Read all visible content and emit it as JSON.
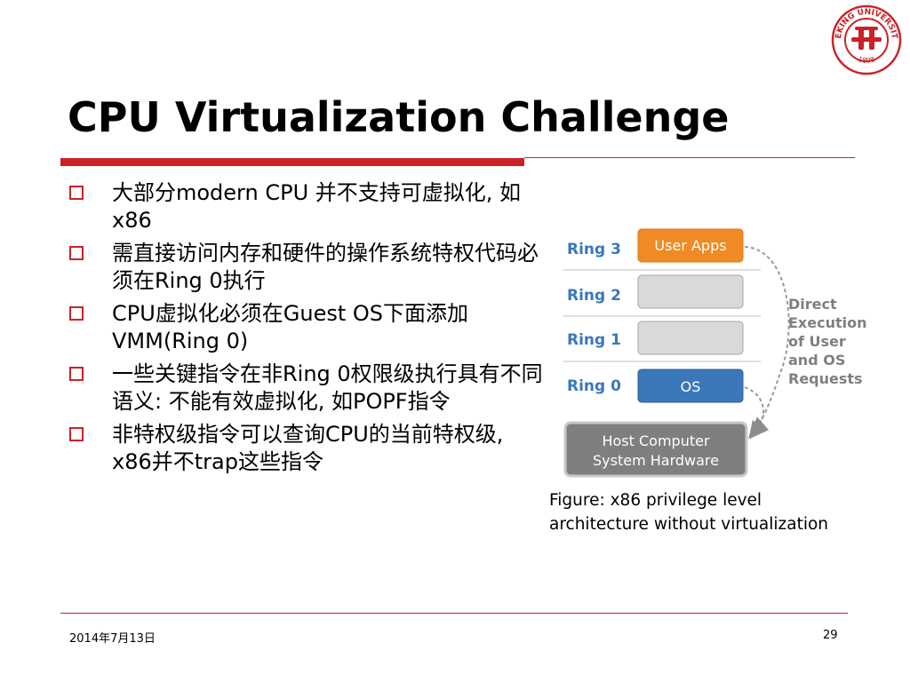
{
  "slide": {
    "title": "CPU Virtualization Challenge",
    "bullets": [
      "大部分modern CPU 并不支持可虚拟化, 如x86",
      "需直接访问内存和硬件的操作系统特权代码必须在Ring 0执行",
      "CPU虚拟化必须在Guest OS下面添加VMM(Ring 0)",
      "一些关键指令在非Ring 0权限级执行具有不同语义: 不能有效虚拟化, 如POPF指令",
      "非特权级指令可以查询CPU的当前特权级, x86并不trap这些指令"
    ],
    "caption_line1": "Figure: x86 privilege level",
    "caption_line2": "architecture without virtualization"
  },
  "diagram": {
    "rings": [
      {
        "label": "Ring 3",
        "box_text": "User Apps",
        "color": "#f08a24"
      },
      {
        "label": "Ring 2",
        "box_text": "",
        "color": "#d9d9d9"
      },
      {
        "label": "Ring 1",
        "box_text": "",
        "color": "#d9d9d9"
      },
      {
        "label": "Ring 0",
        "box_text": "OS",
        "color": "#3a78b9"
      }
    ],
    "hardware_line1": "Host Computer",
    "hardware_line2": "System Hardware",
    "side_text": [
      "Direct",
      "Execution",
      "of User",
      "and OS",
      "Requests"
    ],
    "label_color": "#3a78b9",
    "hardware_color": "#7f7f7f"
  },
  "logo": {
    "text_top": "PEKING UNIVERSITY",
    "year": "1898",
    "color": "#cc2127"
  },
  "footer": {
    "date": "2014年7月13日",
    "page": "29"
  },
  "accent_color": "#cc2127"
}
